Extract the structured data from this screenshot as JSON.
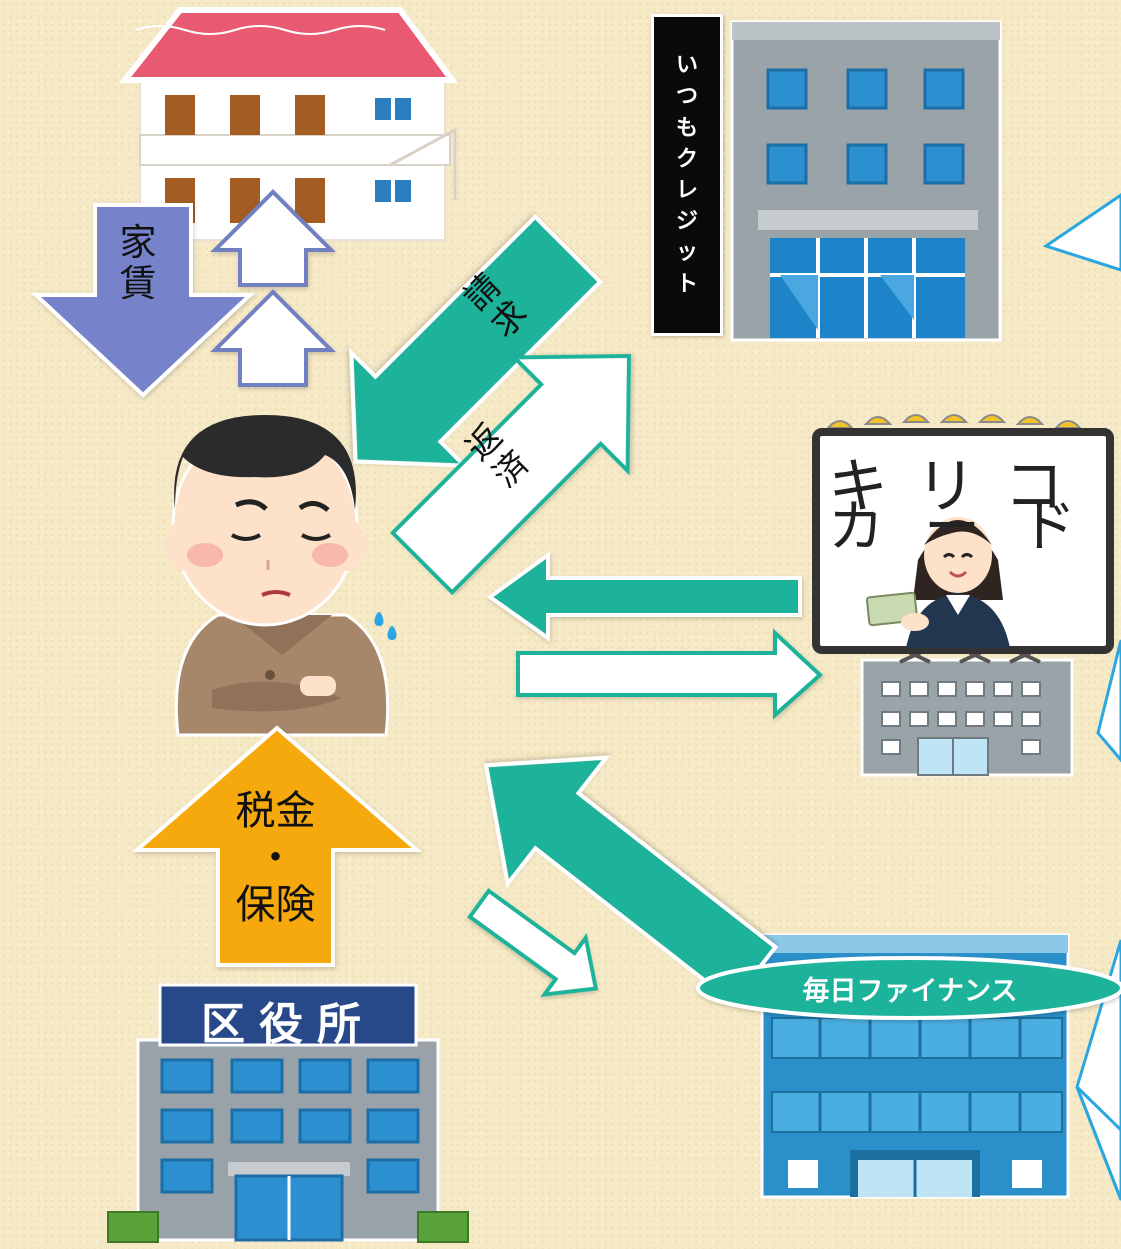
{
  "labels": {
    "rent": [
      "家",
      "賃"
    ],
    "tax_insurance": [
      "税金",
      "・",
      "保険"
    ],
    "billing": [
      "請",
      "求"
    ],
    "repayment": [
      "返",
      "済"
    ],
    "itsumo_credit_sign": [
      "い",
      "つ",
      "も",
      "ク",
      "レ",
      "ジ",
      "ッ",
      "ト"
    ],
    "kiriko_card_top": "キリコ",
    "kiriko_card_bottom": "カード",
    "mainichi_finance": "毎日ファイナンス",
    "ward_office": "区役所"
  },
  "colors": {
    "teal_arrow": "#1fb39a",
    "teal_arrow_dark": "#14917d",
    "rent_arrow": "#7682c9",
    "tax_arrow": "#f6a90b",
    "callout_outline": "#2aa7e3",
    "background": "#f6e9c6"
  },
  "icons": [
    "apartment-building-icon",
    "credit-company-building-icon",
    "card-company-billboard-icon",
    "finance-building-icon",
    "ward-office-building-icon",
    "worried-man-icon",
    "sweat-drop-icon",
    "card-staff-woman-icon"
  ]
}
